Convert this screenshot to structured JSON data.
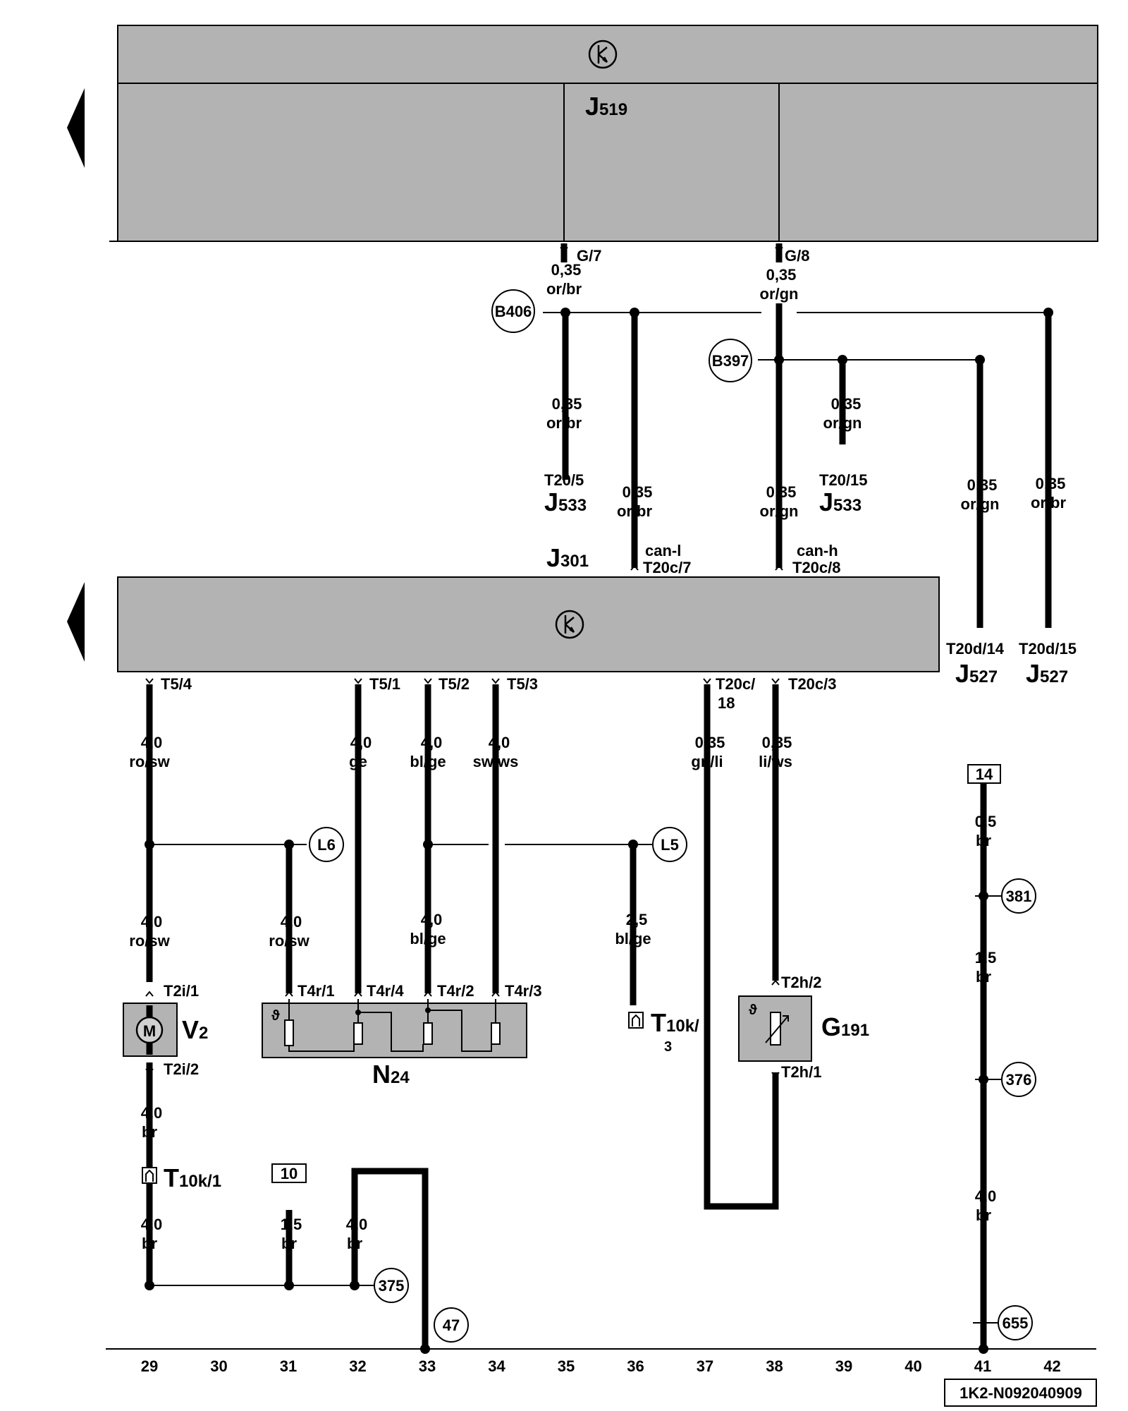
{
  "units": {
    "J519": {
      "letter": "J",
      "num": "519"
    },
    "J533a": {
      "letter": "J",
      "num": "533"
    },
    "J533b": {
      "letter": "J",
      "num": "533"
    },
    "J301": {
      "letter": "J",
      "num": "301"
    },
    "J527a": {
      "letter": "J",
      "num": "527"
    },
    "J527b": {
      "letter": "J",
      "num": "527"
    },
    "V2": {
      "letter": "V",
      "num": "2"
    },
    "N24": {
      "letter": "N",
      "num": "24"
    },
    "G191": {
      "letter": "G",
      "num": "191"
    }
  },
  "connectors": {
    "g7": "G/7",
    "g8": "G/8",
    "t20_5": "T20/5",
    "t20_15": "T20/15",
    "canl": "can-l",
    "t20c7": "T20c/7",
    "canh": "can-h",
    "t20c8": "T20c/8",
    "t20d14": "T20d/14",
    "t20d15": "T20d/15",
    "t54": "T5/4",
    "t51": "T5/1",
    "t52": "T5/2",
    "t53": "T5/3",
    "t20c18a": "T20c/",
    "t20c18b": "18",
    "t20c3": "T20c/3",
    "t2i1": "T2i/1",
    "t2i2": "T2i/2",
    "t4r1": "T4r/1",
    "t4r4": "T4r/4",
    "t4r2": "T4r/2",
    "t4r3": "T4r/3",
    "t2h2": "T2h/2",
    "t2h1": "T2h/1",
    "t10k3a": "T",
    "t10k3b": "10k/",
    "t10k3c": "3",
    "t10k1a": "T",
    "t10k1b": "10k/1"
  },
  "wires": {
    "w1": [
      "0,35",
      "or/br"
    ],
    "w2": [
      "0,35",
      "or/gn"
    ],
    "w3": [
      "0,35",
      "or/br"
    ],
    "w4": [
      "0,35",
      "or/gn"
    ],
    "w5": [
      "0,35",
      "or/br"
    ],
    "w6": [
      "0,35",
      "or/gn"
    ],
    "w7": [
      "0,35",
      "or/gn"
    ],
    "w8": [
      "0,35",
      "or/br"
    ],
    "w9": [
      "4,0",
      "ro/sw"
    ],
    "w10": [
      "4,0",
      "ge"
    ],
    "w11": [
      "4,0",
      "bl/ge"
    ],
    "w12": [
      "4,0",
      "sw/ws"
    ],
    "w13": [
      "0,35",
      "gn/li"
    ],
    "w14": [
      "0,35",
      "li/ws"
    ],
    "w15": [
      "4,0",
      "ro/sw"
    ],
    "w16": [
      "4,0",
      "ro/sw"
    ],
    "w17": [
      "4,0",
      "bl/ge"
    ],
    "w18": [
      "2,5",
      "bl/ge"
    ],
    "w19": [
      "4,0",
      "br"
    ],
    "w20": [
      "4,0",
      "br"
    ],
    "w21": [
      "1,5",
      "br"
    ],
    "w22": [
      "4,0",
      "br"
    ],
    "w23": [
      "0,5",
      "br"
    ],
    "w24": [
      "1,5",
      "br"
    ],
    "w25": [
      "4,0",
      "br"
    ]
  },
  "circles": {
    "b406": "B406",
    "b397": "B397",
    "l6": "L6",
    "l5": "L5",
    "c381": "381",
    "c376": "376",
    "c375": "375",
    "c47": "47",
    "c655": "655"
  },
  "boxes": {
    "b14": "14",
    "b10": "10"
  },
  "motor": "M",
  "columns": [
    "29",
    "30",
    "31",
    "32",
    "33",
    "34",
    "35",
    "36",
    "37",
    "38",
    "39",
    "40",
    "41",
    "42"
  ],
  "diagram_id": "1K2-N092040909"
}
